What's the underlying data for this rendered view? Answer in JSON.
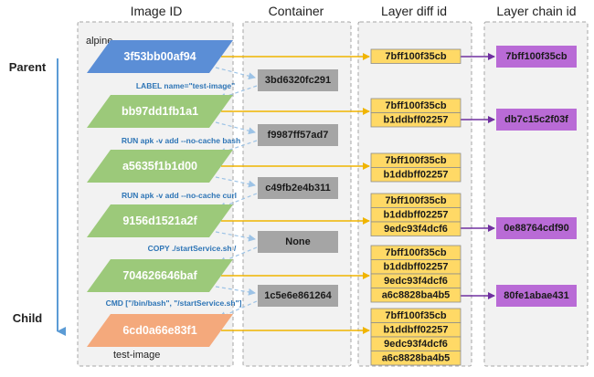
{
  "columns": {
    "image_id": "Image ID",
    "container": "Container",
    "layer_diff_id": "Layer diff id",
    "layer_chain_id": "Layer chain id"
  },
  "side_labels": {
    "parent": "Parent",
    "child": "Child"
  },
  "base_image_name": "alpine",
  "final_image_name": "test-image",
  "images": [
    {
      "id": "3f53bb00af94",
      "color": "#5b8ed6"
    },
    {
      "id": "bb97dd1fb1a1",
      "color": "#9cc97a"
    },
    {
      "id": "a5635f1b1d00",
      "color": "#9cc97a"
    },
    {
      "id": "9156d1521a2f",
      "color": "#9cc97a"
    },
    {
      "id": "704626646baf",
      "color": "#9cc97a"
    },
    {
      "id": "6cd0a66e83f1",
      "color": "#f4a97c"
    }
  ],
  "instructions": [
    "LABEL name=\"test-image\"",
    "RUN apk -v add --no-cache bash",
    "RUN apk -v add --no-cache curl",
    "COPY ./startService.sh /",
    "CMD [\"/bin/bash\", \"/startService.sh\"]"
  ],
  "containers": [
    "3bd6320fc291",
    "f9987ff57ad7",
    "c49fb2e4b311",
    "None",
    "1c5e6e861264"
  ],
  "diff_stacks": [
    [
      "7bff100f35cb"
    ],
    [
      "7bff100f35cb",
      "b1ddbff02257"
    ],
    [
      "7bff100f35cb",
      "b1ddbff02257"
    ],
    [
      "7bff100f35cb",
      "b1ddbff02257",
      "9edc93f4dcf6"
    ],
    [
      "7bff100f35cb",
      "b1ddbff02257",
      "9edc93f4dcf6",
      "a6c8828ba4b5"
    ],
    [
      "7bff100f35cb",
      "b1ddbff02257",
      "9edc93f4dcf6",
      "a6c8828ba4b5"
    ]
  ],
  "chain_ids": [
    "7bff100f35cb",
    "db7c15c2f03f",
    "0e88764cdf90",
    "80fe1abae431"
  ],
  "colors": {
    "column_bg": "#f2f2f2",
    "column_border": "#a6a6a6",
    "container_box": "#a5a5a5",
    "diff_box": "#ffd966",
    "chain_box": "#b96bd6",
    "blue_text": "#2e75b6",
    "arrow_yellow": "#f0b400",
    "arrow_purple": "#7030a0",
    "arrow_blue": "#9dc3e6"
  }
}
